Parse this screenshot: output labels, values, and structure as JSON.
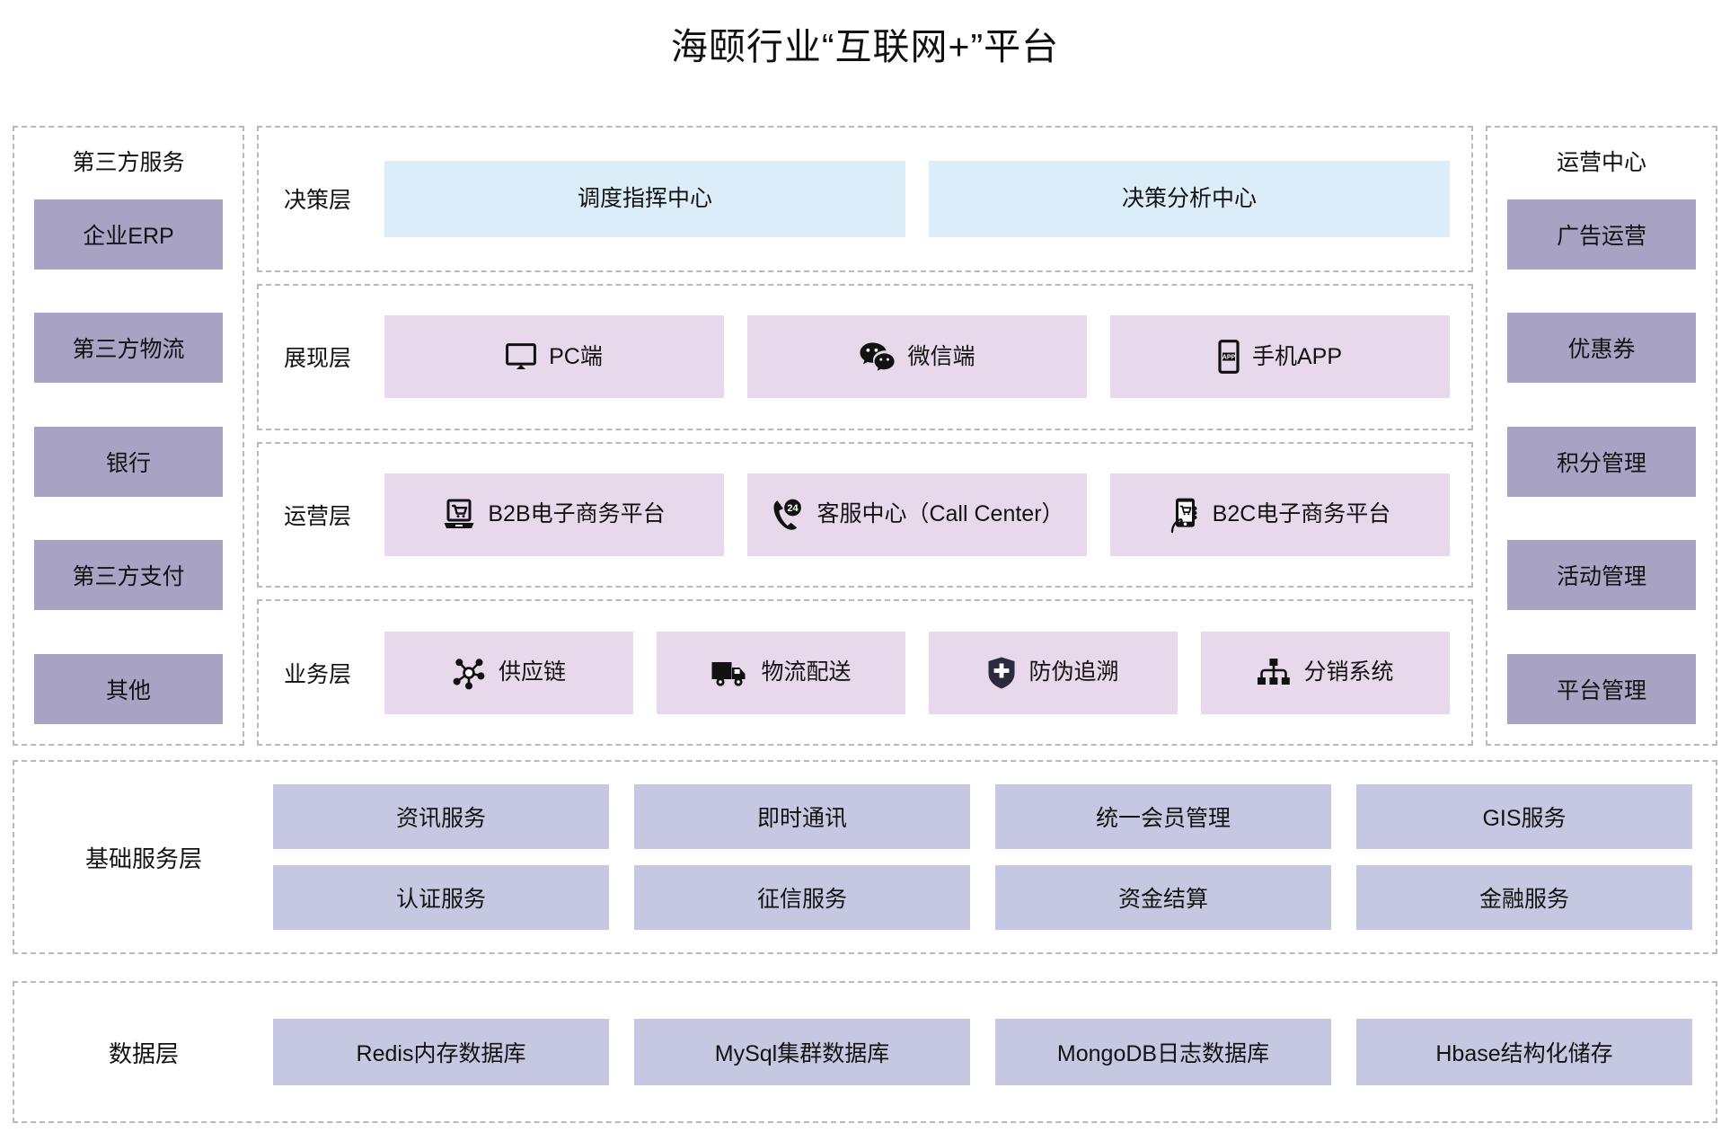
{
  "title": "海颐行业“互联网+”平台",
  "colors": {
    "sidebar_box": "#a8a3c4",
    "decision_box": "#dcedfa",
    "pink_box": "#e8d8eb",
    "base_box": "#c5c8e0",
    "dashed_border": "#b9b9b9",
    "text": "#121212",
    "background": "#ffffff"
  },
  "left_panel": {
    "title": "第三方服务",
    "items": [
      {
        "label": "企业ERP"
      },
      {
        "label": "第三方物流"
      },
      {
        "label": "银行"
      },
      {
        "label": "第三方支付"
      },
      {
        "label": "其他"
      }
    ]
  },
  "right_panel": {
    "title": "运营中心",
    "items": [
      {
        "label": "广告运营"
      },
      {
        "label": "优惠券"
      },
      {
        "label": "积分管理"
      },
      {
        "label": "活动管理"
      },
      {
        "label": "平台管理"
      }
    ]
  },
  "layers": [
    {
      "label": "决策层",
      "style": "blue",
      "items": [
        {
          "label": "调度指挥中心",
          "icon": "none"
        },
        {
          "label": "决策分析中心",
          "icon": "none"
        }
      ]
    },
    {
      "label": "展现层",
      "style": "pink",
      "items": [
        {
          "label": "PC端",
          "icon": "monitor-icon"
        },
        {
          "label": "微信端",
          "icon": "wechat-icon"
        },
        {
          "label": "手机APP",
          "icon": "mobile-app-icon"
        }
      ]
    },
    {
      "label": "运营层",
      "style": "pink",
      "items": [
        {
          "label": "B2B电子商务平台",
          "icon": "laptop-cart-icon"
        },
        {
          "label": "客服中心（Call Center）",
          "icon": "phone-24-icon"
        },
        {
          "label": "B2C电子商务平台",
          "icon": "hand-phone-cart-icon"
        }
      ]
    },
    {
      "label": "业务层",
      "style": "pink",
      "items": [
        {
          "label": "供应链",
          "icon": "network-nodes-icon"
        },
        {
          "label": "物流配送",
          "icon": "truck-icon"
        },
        {
          "label": "防伪追溯",
          "icon": "shield-plus-icon"
        },
        {
          "label": "分销系统",
          "icon": "org-tree-icon"
        }
      ]
    }
  ],
  "base_service_layer": {
    "label": "基础服务层",
    "rows": [
      [
        {
          "label": "资讯服务"
        },
        {
          "label": "即时通讯"
        },
        {
          "label": "统一会员管理"
        },
        {
          "label": "GIS服务"
        }
      ],
      [
        {
          "label": "认证服务"
        },
        {
          "label": "征信服务"
        },
        {
          "label": "资金结算"
        },
        {
          "label": "金融服务"
        }
      ]
    ]
  },
  "data_layer": {
    "label": "数据层",
    "rows": [
      [
        {
          "label": "Redis内存数据库"
        },
        {
          "label": "MySql集群数据库"
        },
        {
          "label": "MongoDB日志数据库"
        },
        {
          "label": "Hbase结构化储存"
        }
      ]
    ]
  }
}
